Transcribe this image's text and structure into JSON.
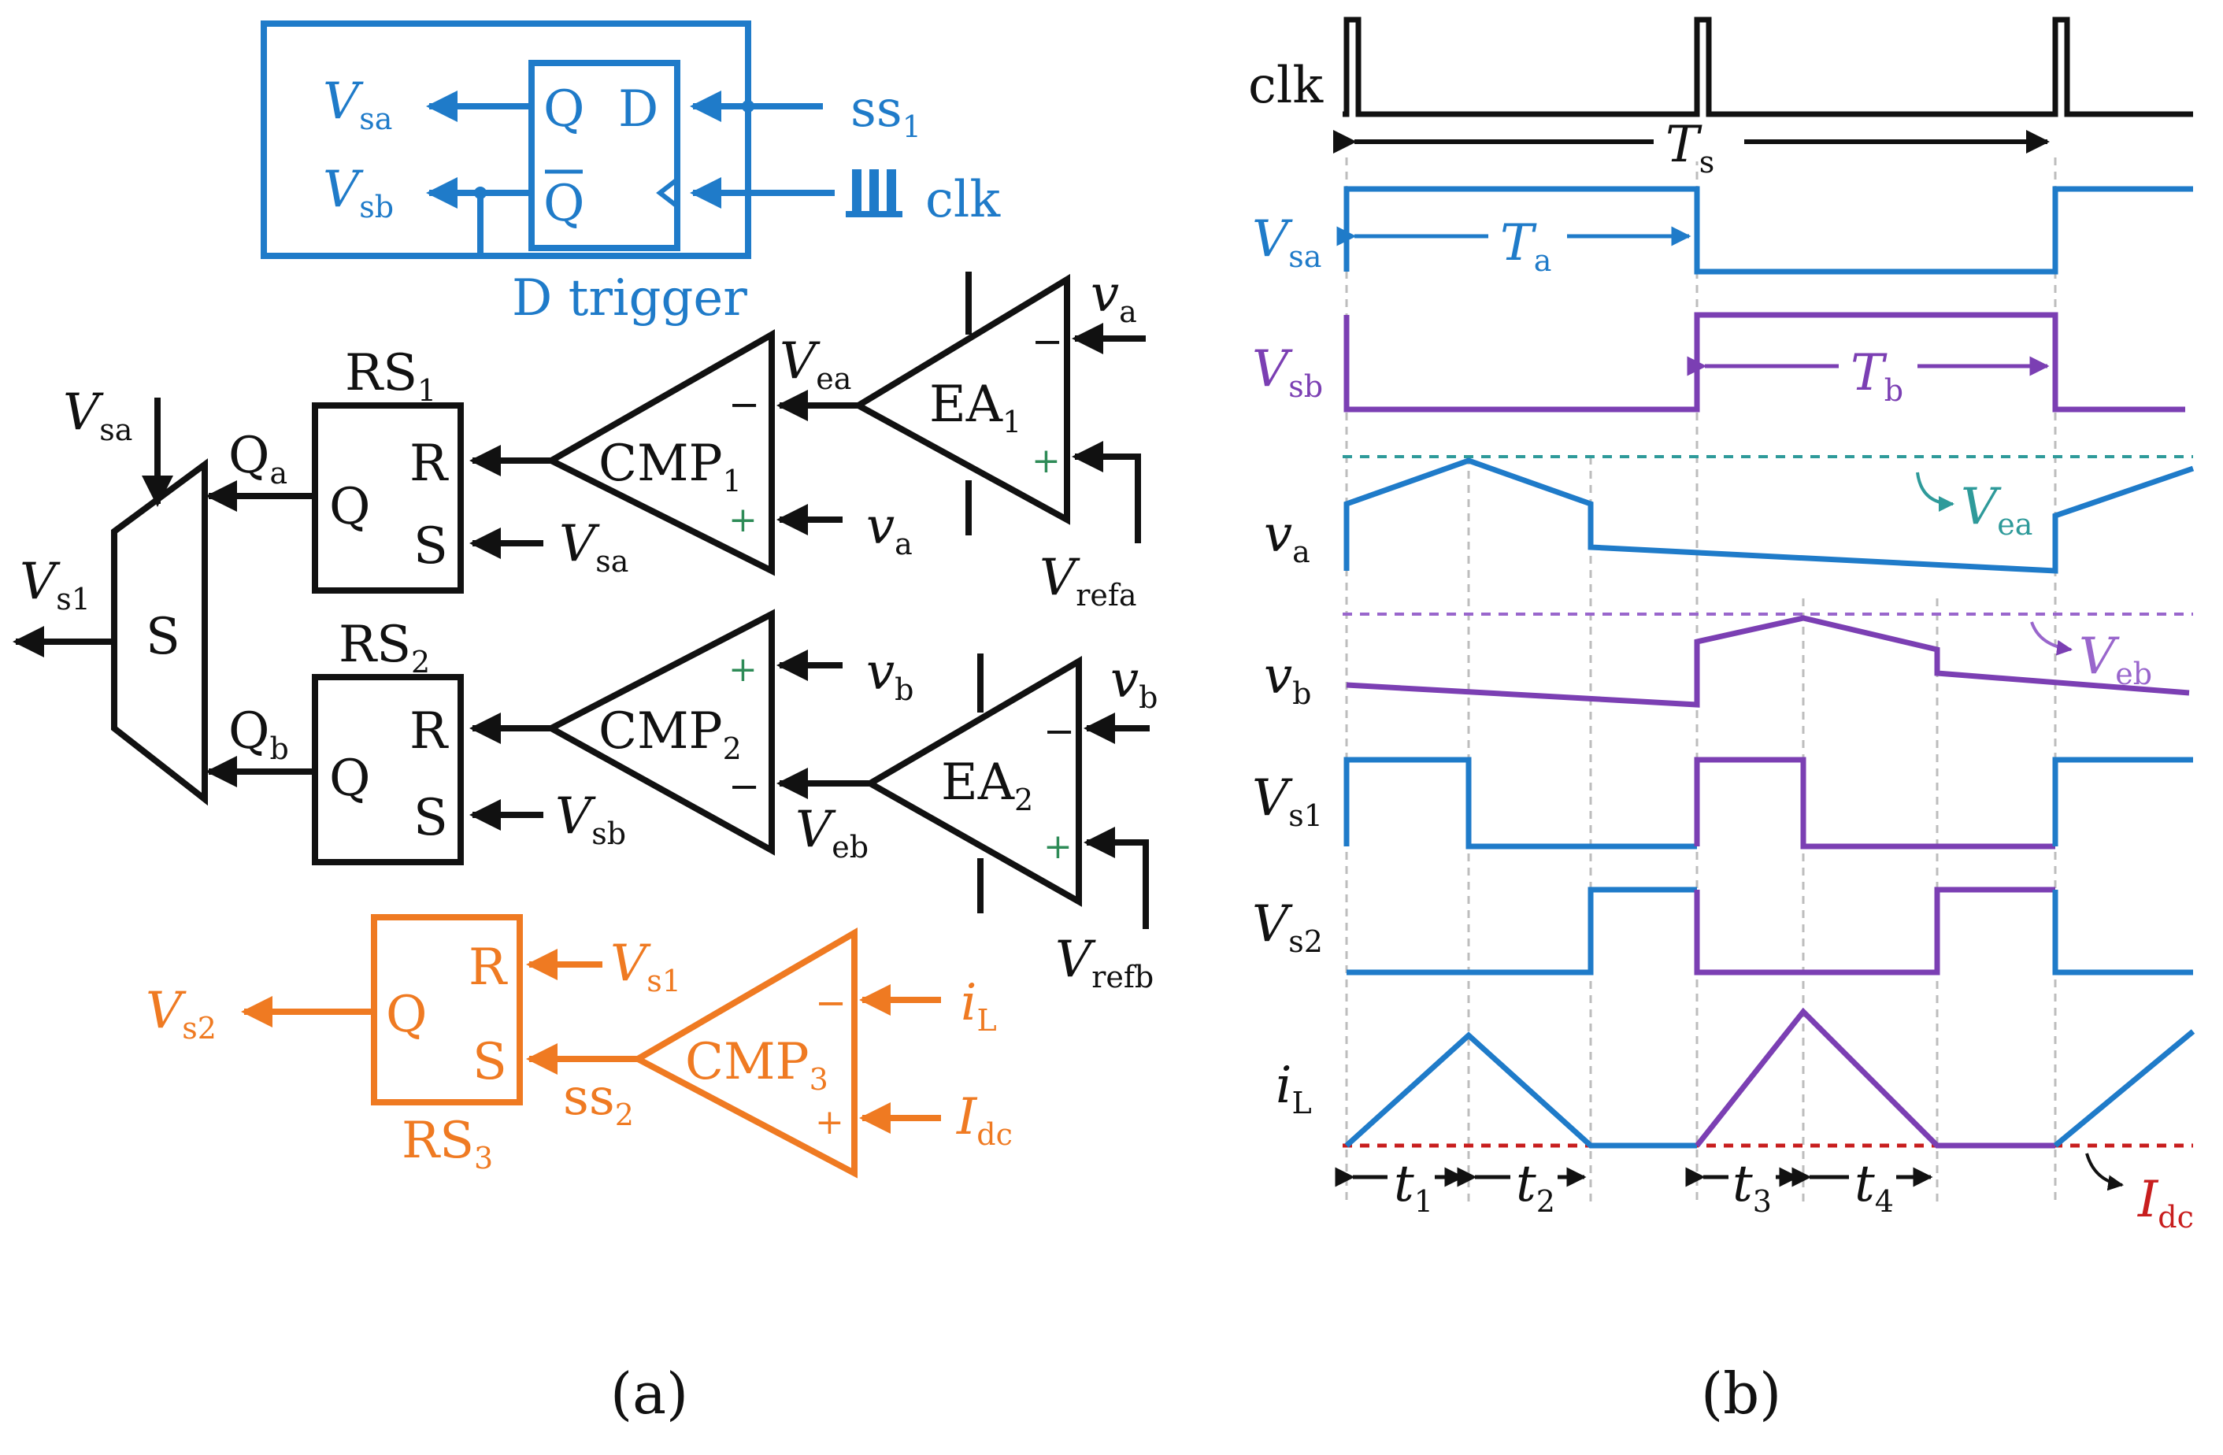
{
  "colors": {
    "black": "#111111",
    "blue": "#1f7bc9",
    "purple": "#7b3fb3",
    "orange": "#ef7a22",
    "teal": "#2e9a9a",
    "red": "#c81e1e",
    "gray": "#bdbdbd"
  },
  "panel_a": {
    "caption": "(a)",
    "dtrigger": {
      "name": "D trigger",
      "pin_q": "Q",
      "pin_d": "D",
      "pin_qbar": "Q",
      "in_ss": "ss",
      "in_ss_sub": "1",
      "in_clk": "clk",
      "out_a": "V",
      "out_a_sub": "sa",
      "out_b": "V",
      "out_b_sub": "sb"
    },
    "selector": {
      "label": "S",
      "sel_in": "V",
      "sel_in_sub": "sa",
      "out": "V",
      "out_sub": "s1"
    },
    "rs1": {
      "name": "RS",
      "name_sub": "1",
      "pin_q": "Q",
      "pin_r": "R",
      "pin_s": "S",
      "q_out": "Q",
      "q_out_sub": "a",
      "s_in": "V",
      "s_in_sub": "sa"
    },
    "rs2": {
      "name": "RS",
      "name_sub": "2",
      "pin_q": "Q",
      "pin_r": "R",
      "pin_s": "S",
      "q_out": "Q",
      "q_out_sub": "b",
      "s_in": "V",
      "s_in_sub": "sb"
    },
    "cmp1": {
      "name": "CMP",
      "name_sub": "1",
      "minus": "−",
      "plus": "+",
      "plus_in": "v",
      "plus_in_sub": "a",
      "minus_in": "V",
      "minus_in_sub": "ea"
    },
    "cmp2": {
      "name": "CMP",
      "name_sub": "2",
      "minus": "−",
      "plus": "+",
      "plus_in": "v",
      "plus_in_sub": "b",
      "minus_in": "V",
      "minus_in_sub": "eb"
    },
    "ea1": {
      "name": "EA",
      "name_sub": "1",
      "minus": "−",
      "plus": "+",
      "in_minus": "v",
      "in_minus_sub": "a",
      "in_plus": "V",
      "in_plus_sub": "refa"
    },
    "ea2": {
      "name": "EA",
      "name_sub": "2",
      "minus": "−",
      "plus": "+",
      "in_minus": "v",
      "in_minus_sub": "b",
      "in_plus": "V",
      "in_plus_sub": "refb"
    },
    "rs3": {
      "name": "RS",
      "name_sub": "3",
      "pin_q": "Q",
      "pin_r": "R",
      "pin_s": "S",
      "out": "V",
      "out_sub": "s2",
      "r_in": "V",
      "r_in_sub": "s1",
      "s_in": "ss",
      "s_in_sub": "2"
    },
    "cmp3": {
      "name": "CMP",
      "name_sub": "3",
      "minus": "−",
      "plus": "+",
      "in_minus": "i",
      "in_minus_sub": "L",
      "in_plus": "I",
      "in_plus_sub": "dc"
    }
  },
  "panel_b": {
    "caption": "(b)",
    "signals": {
      "clk": "clk",
      "vsa": "V",
      "vsa_sub": "sa",
      "vsb": "V",
      "vsb_sub": "sb",
      "va": "v",
      "va_sub": "a",
      "vb": "v",
      "vb_sub": "b",
      "vs1": "V",
      "vs1_sub": "s1",
      "vs2": "V",
      "vs2_sub": "s2",
      "il": "i",
      "il_sub": "L"
    },
    "intervals": {
      "ts": "T",
      "ts_sub": "s",
      "ta": "T",
      "ta_sub": "a",
      "tb": "T",
      "tb_sub": "b",
      "t1": "t",
      "t1_sub": "1",
      "t2": "t",
      "t2_sub": "2",
      "t3": "t",
      "t3_sub": "3",
      "t4": "t",
      "t4_sub": "4"
    },
    "refs": {
      "vea": "V",
      "vea_sub": "ea",
      "veb": "V",
      "veb_sub": "eb",
      "idc": "I",
      "idc_sub": "dc"
    }
  }
}
